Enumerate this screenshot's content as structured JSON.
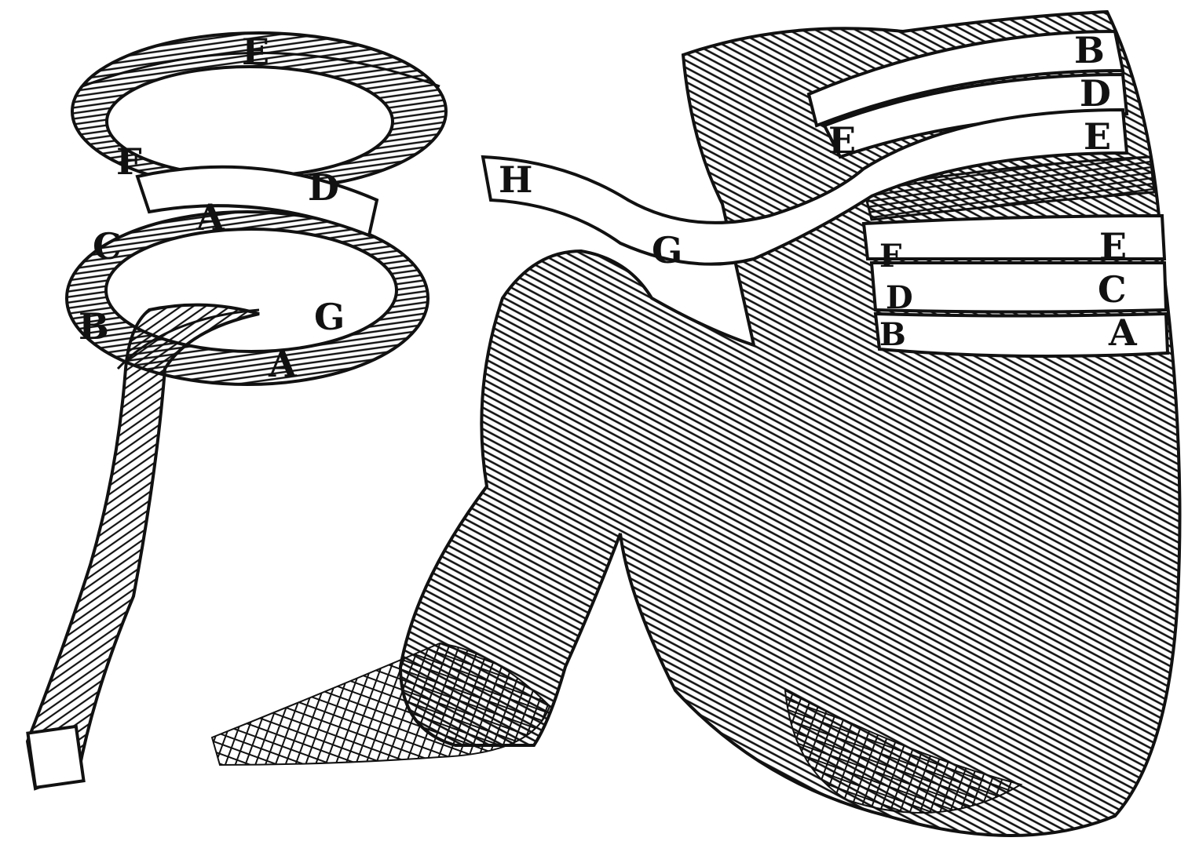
{
  "figure": {
    "ink_color": "#111111",
    "paper_color": "#ffffff",
    "left_band": {
      "labels": [
        "E",
        "F",
        "D",
        "A",
        "C",
        "B",
        "G",
        "A"
      ]
    },
    "right_band": {
      "labels": [
        "H",
        "G",
        "E",
        "B",
        "D",
        "E",
        "E",
        "C",
        "A",
        "F",
        "D",
        "B"
      ]
    }
  }
}
